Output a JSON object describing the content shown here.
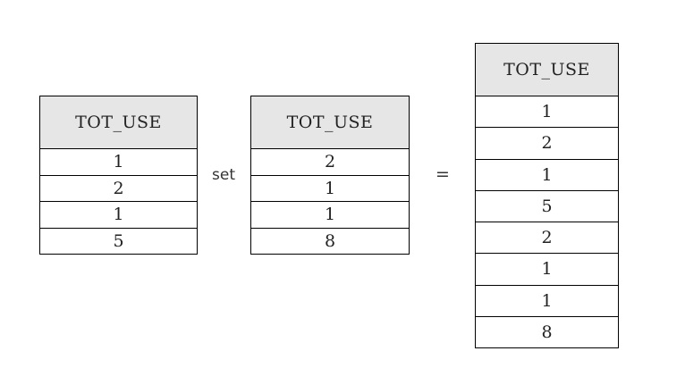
{
  "left_table": {
    "header": "TOT_USE",
    "rows": [
      "1",
      "2",
      "1",
      "5"
    ]
  },
  "operator": "set",
  "right_table": {
    "header": "TOT_USE",
    "rows": [
      "2",
      "1",
      "1",
      "8"
    ]
  },
  "equals": "=",
  "result_table": {
    "header": "TOT_USE",
    "rows": [
      "1",
      "2",
      "1",
      "5",
      "2",
      "1",
      "1",
      "8"
    ]
  }
}
